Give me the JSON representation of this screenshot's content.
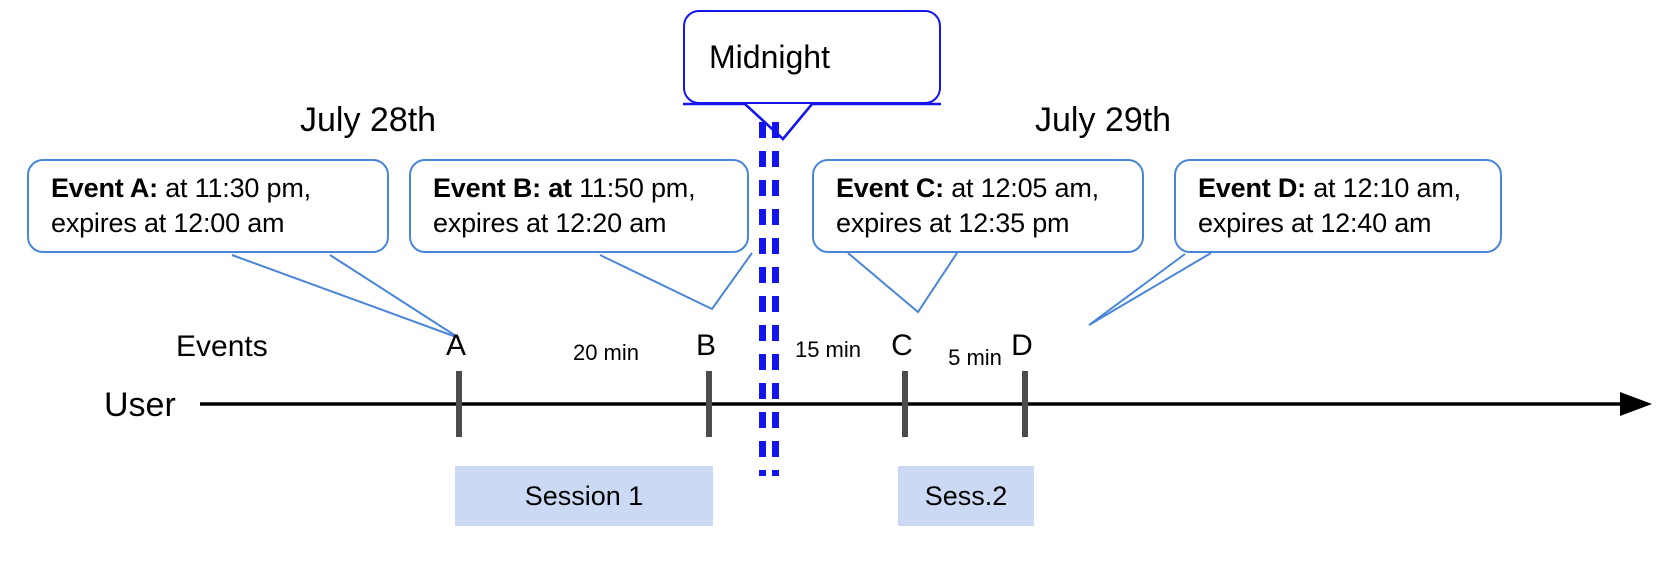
{
  "diagram": {
    "title_callout": {
      "label": "Midnight"
    },
    "day_labels": [
      {
        "name": "july-28",
        "text": "July 28th"
      },
      {
        "name": "july-29",
        "text": "July 29th"
      }
    ],
    "axis": {
      "row_label": "User",
      "events_label": "Events"
    },
    "event_callouts": [
      {
        "id": "A",
        "bold_prefix": "Event A:",
        "line1_rest": " at 11:30 pm,",
        "line2": "expires at 12:00 am"
      },
      {
        "id": "B",
        "bold_prefix": "Event B: at",
        "line1_rest": " 11:50 pm,",
        "line2": "expires at 12:20 am"
      },
      {
        "id": "C",
        "bold_prefix": "Event C:",
        "line1_rest": " at 12:05 am,",
        "line2": "expires at 12:35 pm"
      },
      {
        "id": "D",
        "bold_prefix": "Event D:",
        "line1_rest": "  at 12:10 am,",
        "line2": "expires at 12:40 am"
      }
    ],
    "ticks": [
      {
        "label": "A"
      },
      {
        "label": "B"
      },
      {
        "label": "C"
      },
      {
        "label": "D"
      }
    ],
    "durations": [
      {
        "between": "A-B",
        "text": "20 min"
      },
      {
        "between": "B-C",
        "text": "15 min"
      },
      {
        "between": "C-D",
        "text": "5 min"
      }
    ],
    "sessions": [
      {
        "label": "Session 1"
      },
      {
        "label": "Sess.2"
      }
    ],
    "colors": {
      "callout_border": "#4a86d8",
      "midnight_border": "#1414f0",
      "session_fill": "#ccd9f5",
      "tick": "#4d4d4d",
      "axis": "#000000"
    }
  }
}
